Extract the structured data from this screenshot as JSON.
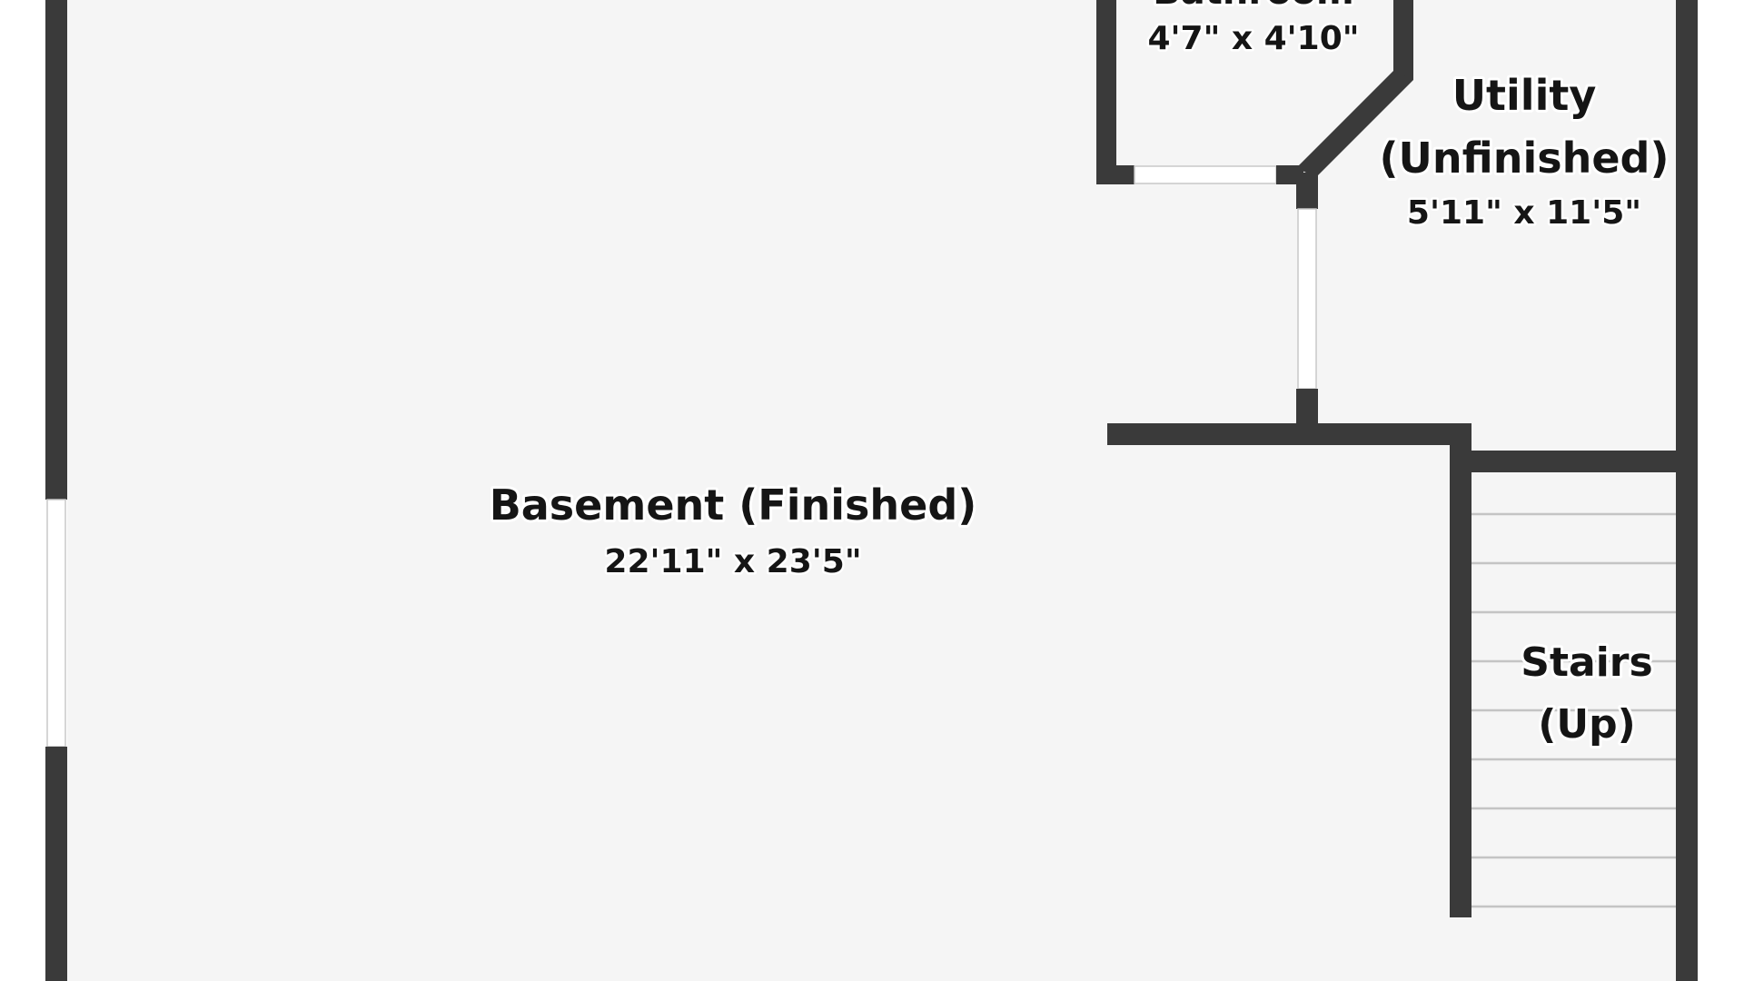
{
  "rooms": {
    "bathroom": {
      "name": "Bathroom",
      "dimensions": "4'7\" x 4'10\""
    },
    "utility": {
      "name_line1": "Utility",
      "name_line2": "(Unfinished)",
      "dimensions": "5'11\" x 11'5\""
    },
    "basement": {
      "name": "Basement (Finished)",
      "dimensions": "22'11\" x 23'5\""
    },
    "stairs": {
      "name_line1": "Stairs",
      "name_line2": "(Up)"
    }
  },
  "colors": {
    "wall": "#3a3a3a",
    "floor": "#f5f5f5",
    "background": "#ffffff",
    "stair_tread": "#c4c4c4",
    "text": "#151515"
  }
}
